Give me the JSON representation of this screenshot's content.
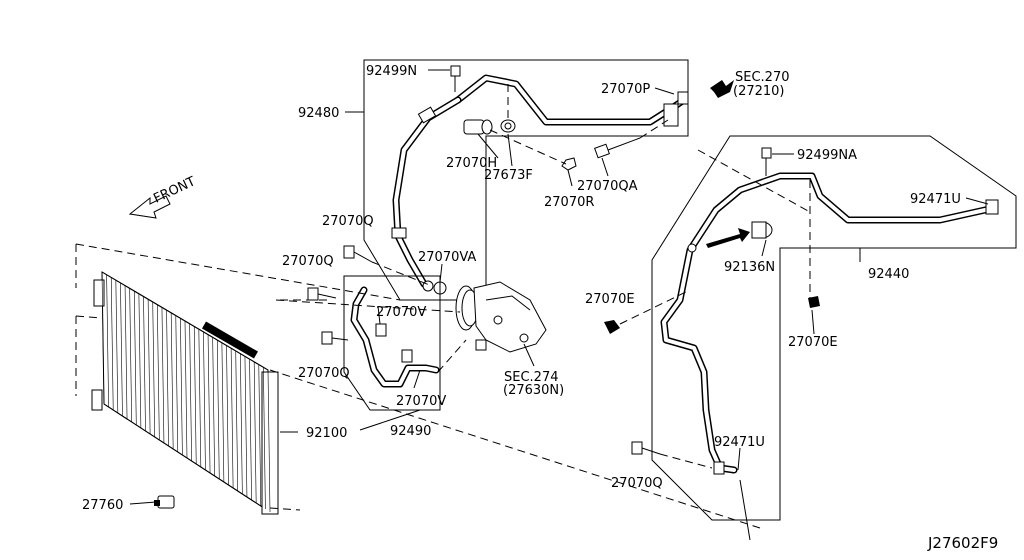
{
  "diagram": {
    "front_label": "FRONT",
    "ref_code": "J27602F9",
    "labels": {
      "p92499N": "92499N",
      "p92480": "92480",
      "p27070P": "27070P",
      "sec270": "SEC.270",
      "sec270_sub": "(27210)",
      "p27070H": "27070H",
      "p27673F": "27673F",
      "p27070QA": "27070QA",
      "p27070R": "27070R",
      "p92499NA": "92499NA",
      "p92471U_top": "92471U",
      "p27070Q_1": "27070Q",
      "p27070VA": "27070VA",
      "p27070Q_2": "27070Q",
      "p27070V_1": "27070V",
      "p92136N": "92136N",
      "p92440": "92440",
      "p27070E_1": "27070E",
      "p27070E_2": "27070E",
      "p27070Q_3": "27070Q",
      "sec274": "SEC.274",
      "sec274_sub": "(27630N)",
      "p27070V_2": "27070V",
      "p92100": "92100",
      "p92490": "92490",
      "p92471U_bottom": "92471U",
      "p27070Q_4": "27070Q",
      "p27760": "27760"
    }
  }
}
